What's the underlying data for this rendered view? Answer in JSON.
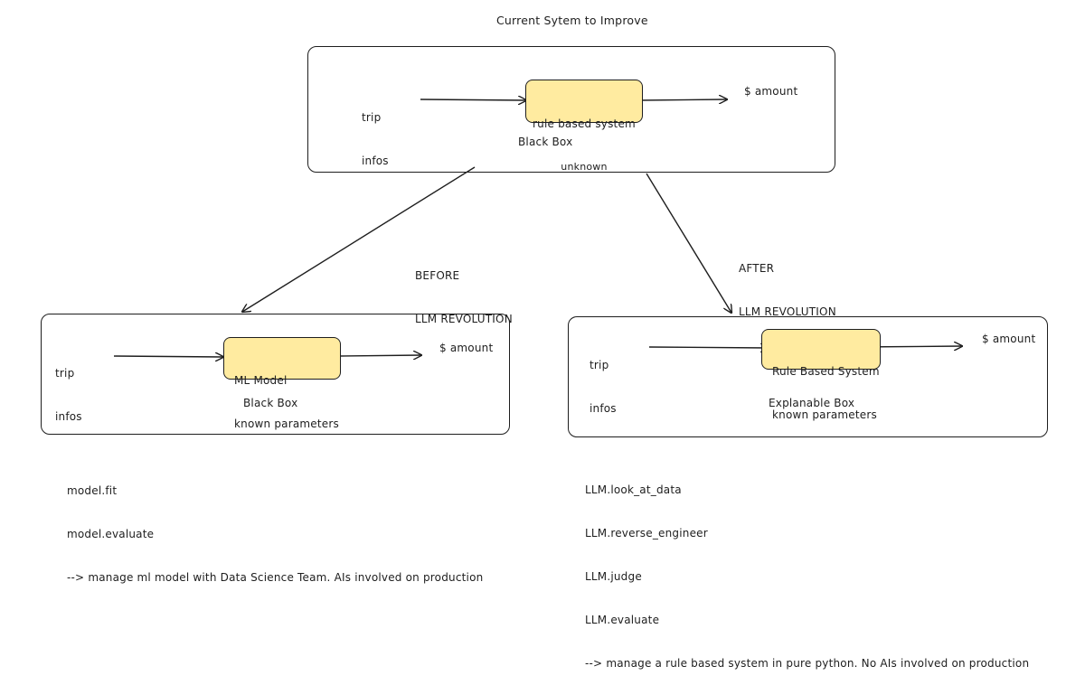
{
  "title": "Current Sytem to Improve",
  "top": {
    "input_line1": "trip",
    "input_line2": "infos",
    "core_line1": "rule based system",
    "core_line2": "unknown",
    "output": "$ amount",
    "caption": "Black Box"
  },
  "before": {
    "label_line1": "BEFORE",
    "label_line2": "LLM REVOLUTION",
    "input_line1": "trip",
    "input_line2": "infos",
    "core_line1": "ML Model",
    "core_line2": "known parameters",
    "output": "$ amount",
    "caption": "Black Box",
    "notes": [
      "model.fit",
      "model.evaluate",
      "--> manage ml model with Data Science Team. AIs involved on production"
    ]
  },
  "after": {
    "label_line1": "AFTER",
    "label_line2": "LLM REVOLUTION",
    "input_line1": "trip",
    "input_line2": "infos",
    "core_line1": "Rule Based System",
    "core_line2": "known parameters",
    "output": "$ amount",
    "caption": "Explanable Box",
    "notes": [
      "LLM.look_at_data",
      "LLM.reverse_engineer",
      "LLM.judge",
      "LLM.evaluate",
      "--> manage a rule based system in pure python. No AIs involved on production"
    ]
  },
  "colors": {
    "stroke": "#1e1e1e",
    "highlight": "#ffeba0"
  }
}
